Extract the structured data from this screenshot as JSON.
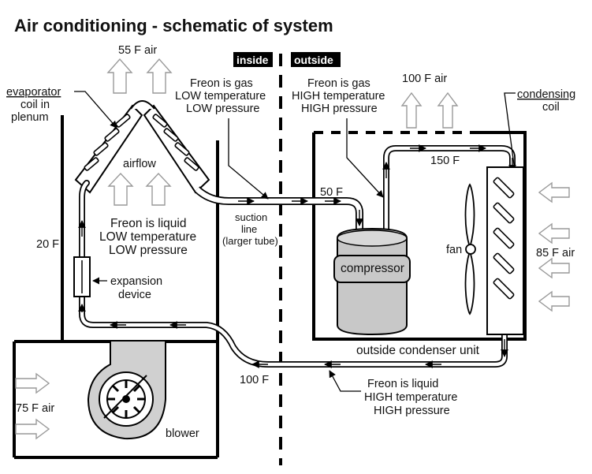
{
  "title": "Air conditioning - schematic of system",
  "zones": {
    "inside": "inside",
    "outside": "outside"
  },
  "labels": {
    "evaporator_line1": "evaporator",
    "evaporator_line2": "coil in",
    "evaporator_line3": "plenum",
    "air_out_inside": "55 F air",
    "freon_gas_low_1": "Freon is gas",
    "freon_gas_low_2": "LOW temperature",
    "freon_gas_low_3": "LOW pressure",
    "freon_gas_high_1": "Freon is gas",
    "freon_gas_high_2": "HIGH temperature",
    "freon_gas_high_3": "HIGH pressure",
    "air_out_outside": "100 F air",
    "condensing_1": "condensing",
    "condensing_2": "coil",
    "airflow": "airflow",
    "temp_150": "150 F",
    "temp_50": "50 F",
    "temp_20": "20 F",
    "freon_liquid_low_1": "Freon is liquid",
    "freon_liquid_low_2": "LOW temperature",
    "freon_liquid_low_3": "LOW pressure",
    "suction_1": "suction",
    "suction_2": "line",
    "suction_3": "(larger tube)",
    "compressor": "compressor",
    "fan": "fan",
    "air_in_outside": "85 F air",
    "expansion_1": "expansion",
    "expansion_2": "device",
    "condenser_unit": "outside condenser unit",
    "temp_100": "100 F",
    "freon_liquid_high_1": "Freon is liquid",
    "freon_liquid_high_2": "HIGH temperature",
    "freon_liquid_high_3": "HIGH pressure",
    "air_in_inside": "75 F air",
    "blower": "blower"
  },
  "icons": [
    "evaporator-coil-icon",
    "compressor-icon",
    "fan-icon",
    "condensing-coil-icon",
    "blower-icon",
    "expansion-device-icon"
  ]
}
